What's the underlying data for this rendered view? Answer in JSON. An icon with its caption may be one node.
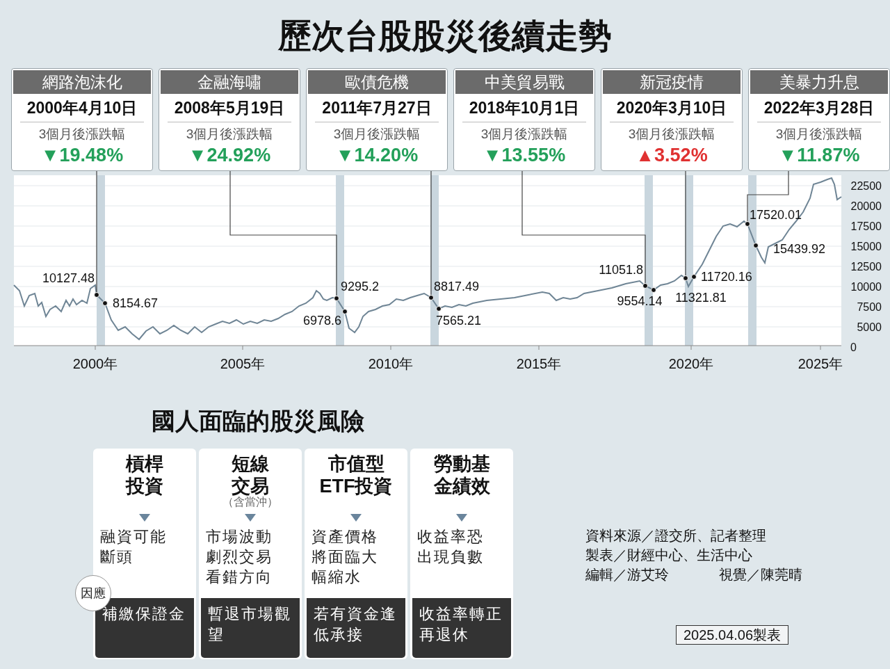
{
  "diagram": {
    "title": "歷次台股股災後續走勢",
    "nodes": [
      {
        "text": [
          "網路泡沫化",
          "2000年4月10日",
          "3個月後漲跌幅",
          "▼19.48%"
        ]
      },
      {
        "text": [
          "金融海嘯",
          "2008年5月19日",
          "3個月後漲跌幅",
          "▼24.92%"
        ]
      },
      {
        "text": [
          "歐債危機",
          "2011年7月27日",
          "3個月後漲跌幅",
          "▼14.20%"
        ]
      },
      {
        "text": [
          "中美貿易戰",
          "2018年10月1日",
          "3個月後漲跌幅",
          "▼13.55%"
        ]
      },
      {
        "text": [
          "新冠疫情",
          "2020年3月10日",
          "3個月後漲跌幅",
          "▲3.52%"
        ]
      },
      {
        "text": [
          "美暴力升息",
          "2022年3月28日",
          "3個月後漲跌幅",
          "▼11.87%"
        ]
      },
      {
        "text": [],
        "shape": "circle"
      },
      {
        "text": [],
        "shape": "circle"
      },
      {
        "text": [],
        "shape": "circle"
      },
      {
        "text": [],
        "shape": "circle"
      },
      {
        "text": [],
        "shape": "circle"
      },
      {
        "text": [],
        "shape": "circle"
      },
      {
        "text": [
          "槓桿投資",
          "融資可能斷頭"
        ]
      },
      {
        "text": [
          "短線交易",
          "（含當沖）",
          "市場波動劇烈交易看錯方向"
        ]
      },
      {
        "text": [
          "市值型ETF投資",
          "資產價格將面臨大幅縮水"
        ]
      },
      {
        "text": [
          "勞動基金績效",
          "收益率恐出現負數"
        ]
      },
      {
        "text": [
          "補繳保證金"
        ],
        "in": 12
      },
      {
        "text": [
          "暫退市場觀望"
        ],
        "in": 13
      },
      {
        "text": [
          "若有資金逢低承接"
        ],
        "in": 14
      },
      {
        "text": [
          "收益率轉正再退休"
        ],
        "in": 15
      },
      {
        "text": [
          "因應"
        ]
      }
    ],
    "edges": [
      {
        "from": 0,
        "to": 6,
        "arrow": "none"
      },
      {
        "from": 1,
        "to": 7,
        "arrow": "none"
      },
      {
        "from": 2,
        "to": 8,
        "arrow": "none"
      },
      {
        "from": 3,
        "to": 9,
        "arrow": "none"
      },
      {
        "from": 4,
        "to": 10,
        "arrow": "none"
      },
      {
        "from": 5,
        "to": 11,
        "arrow": "none"
      }
    ],
    "labels": [
      "10127.48",
      "8154.67",
      "9295.2",
      "6978.6",
      "8817.49",
      "7565.21",
      "11051.8",
      "9554.14",
      "11321.81",
      "11720.16",
      "17520.01",
      "15439.92",
      "22500",
      "20000",
      "17500",
      "15000",
      "12500",
      "10000",
      "7500",
      "5000",
      "0",
      "2000年",
      "2005年",
      "2010年",
      "2015年",
      "2020年",
      "2025年",
      "國人面臨的股災風險",
      "資料來源／證交所、記者整理",
      "製表／財經中心、生活中心",
      "編輯／游艾玲",
      "視覺／陳莞晴",
      "2025.04.06製表"
    ]
  }
}
